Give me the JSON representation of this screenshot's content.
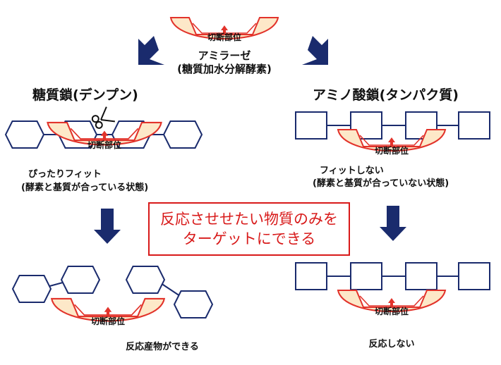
{
  "colors": {
    "navy": "#1a2b6d",
    "enzyme_fill": "#fde8c8",
    "enzyme_stroke": "#e2332b",
    "accent_red": "#d81a1a"
  },
  "enzyme": {
    "name": "アミラーゼ",
    "desc": "(糖質加水分解酵素)",
    "site_label": "切断部位"
  },
  "left": {
    "title": "糖質鎖(デンプン)",
    "fit_line1": "ぴったりフィット",
    "fit_line2": "(酵素と基質が合っている状態)",
    "result": "反応産物ができる",
    "icon": "scissors-icon"
  },
  "right": {
    "title": "アミノ酸鎖(タンパク質)",
    "fit_line1": "フィットしない",
    "fit_line2": "(酵素と基質が合っていない状態)",
    "result": "反応しない"
  },
  "center_box": {
    "line1": "反応させせたい物質のみを",
    "line2": "ターゲットにできる"
  }
}
